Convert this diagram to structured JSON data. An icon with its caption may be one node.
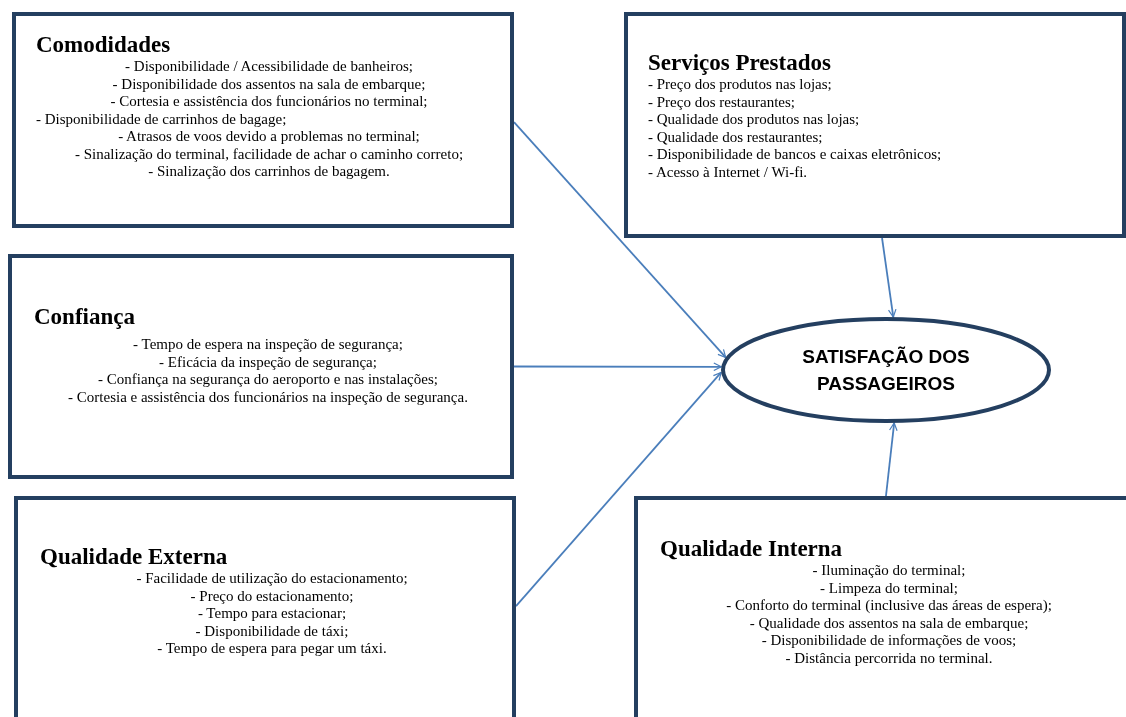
{
  "diagram": {
    "nodes": [
      {
        "text": [
          "Comodidades",
          "- Disponibilidade / Acessibilidade de banheiros;",
          "- Disponibilidade dos assentos na sala de embarque;",
          "- Cortesia e assistência dos funcionários no terminal;",
          "- Disponibilidade de carrinhos de bagage;",
          "- Atrasos de voos devido a problemas no terminal;",
          "- Sinalização do terminal, facilidade de achar o caminho correto;",
          "- Sinalização dos carrinhos de bagagem."
        ]
      },
      {
        "text": [
          "Serviços Prestados",
          "- Preço dos produtos nas lojas;",
          "- Preço dos restaurantes;",
          "- Qualidade dos produtos nas lojas;",
          "- Qualidade dos restaurantes;",
          "- Disponibilidade de bancos e caixas eletrônicos;",
          "- Acesso à Internet / Wi-fi."
        ]
      },
      {
        "text": [
          "Confiança",
          "- Tempo de espera na inspeção de segurança;",
          "- Eficácia da inspeção de segurança;",
          "- Confiança na segurança do aeroporto e nas instalações;",
          "- Cortesia e assistência dos funcionários na inspeção de segurança."
        ]
      },
      {
        "text": [
          "SATISFAÇÃO DOS PASSAGEIROS"
        ]
      },
      {
        "text": [
          "Qualidade Externa",
          "- Facilidade de utilização do estacionamento;",
          "- Preço do estacionamento;",
          "- Tempo para estacionar;",
          "- Disponibilidade de táxi;",
          "- Tempo de espera para pegar um táxi."
        ]
      },
      {
        "text": [
          "Qualidade Interna",
          "- Iluminação do terminal;",
          "- Limpeza do terminal;",
          "- Conforto do terminal (inclusive das áreas de espera);",
          "- Qualidade dos assentos na sala de embarque;",
          "- Disponibilidade de informações de voos;",
          "- Distância percorrida no terminal."
        ]
      }
    ],
    "edges": [
      {
        "from": 0,
        "to": 3,
        "arrow": "to"
      },
      {
        "from": 1,
        "to": 3,
        "arrow": "to"
      },
      {
        "from": 2,
        "to": 3,
        "arrow": "to"
      },
      {
        "from": 4,
        "to": 3,
        "arrow": "to"
      },
      {
        "from": 5,
        "to": 3,
        "arrow": "to"
      }
    ]
  }
}
